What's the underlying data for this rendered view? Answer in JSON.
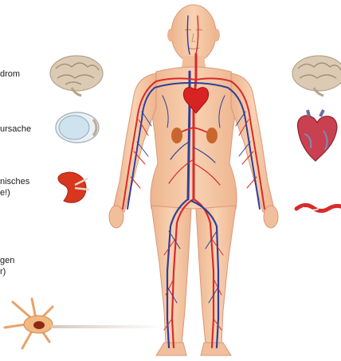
{
  "labels": {
    "syndrome": "drom",
    "cause": "ursache",
    "chemical": [
      "nisches",
      "e!)"
    ],
    "consequence": [
      "gen",
      "r)"
    ]
  },
  "colors": {
    "skin": "#f6c9a4",
    "skin_shadow": "#e8a983",
    "artery": "#d92a2a",
    "vein": "#2f3f9a",
    "brain": "#d9c8b2",
    "eye": "#cfe3ef",
    "kidney": "#d8361f",
    "neuron": "#e8a26a"
  },
  "icons": [
    "brain-icon",
    "eye-icon",
    "kidney-icon",
    "heart-icon",
    "vessel-icon",
    "neuron-icon"
  ]
}
